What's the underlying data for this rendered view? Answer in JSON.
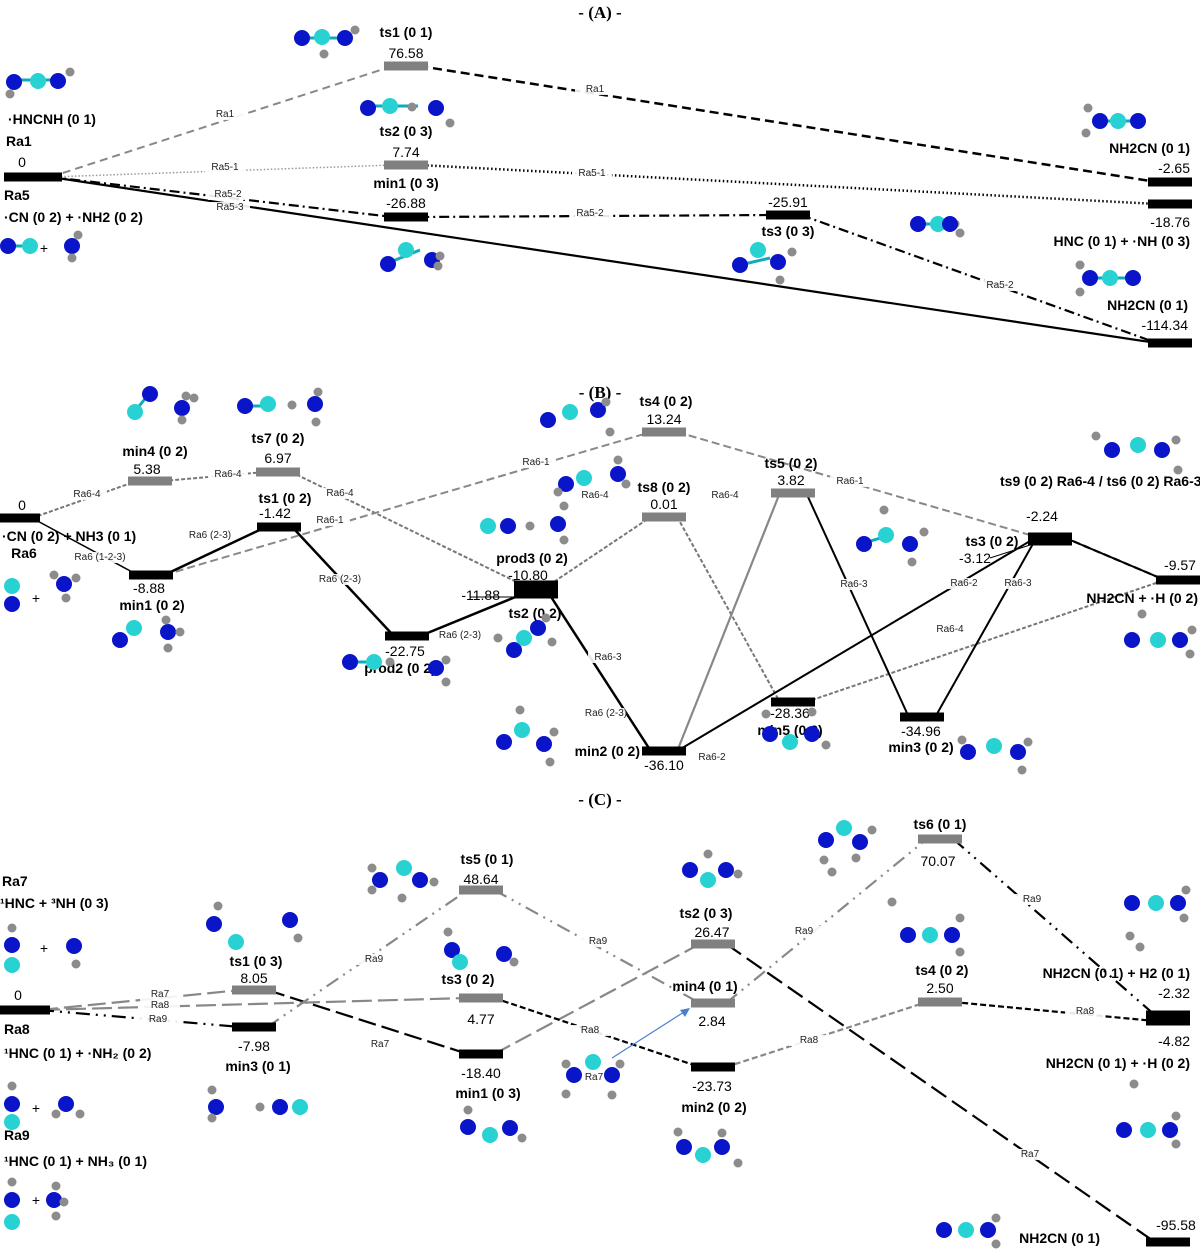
{
  "colors": {
    "level_min": "#000000",
    "level_ts": "#808080",
    "atom_N": "#0a14c8",
    "atom_C": "#28d2d2",
    "atom_H": "#8c8c8c",
    "arrow": "#4a7fd0"
  },
  "panels": [
    {
      "id": "A",
      "title": "- (A) -",
      "levels": [
        {
          "id": "A_r",
          "name": "Ra1",
          "value": "0",
          "kind": "min"
        },
        {
          "id": "A_ts1",
          "name": "ts1 (0 1)",
          "value": "76.58",
          "kind": "ts"
        },
        {
          "id": "A_ts2",
          "name": "ts2 (0 3)",
          "value": "7.74",
          "kind": "ts"
        },
        {
          "id": "A_min1",
          "name": "min1 (0 3)",
          "value": "-26.88",
          "kind": "min"
        },
        {
          "id": "A_ts3",
          "name": "ts3 (0 3)",
          "value": "-25.91",
          "kind": "min"
        },
        {
          "id": "A_p1",
          "name": "NH2CN (0 1)",
          "value": "-2.65",
          "kind": "min"
        },
        {
          "id": "A_p2",
          "name": "HNC (0 1) + ·NH (0 3)",
          "value": "-18.76",
          "kind": "min"
        },
        {
          "id": "A_p3",
          "name": "NH2CN (0 1)",
          "value": "-114.34",
          "kind": "min"
        }
      ],
      "reactant_labels": [
        {
          "text": "·HNCNH (0 1)"
        },
        {
          "text": "Ra1"
        },
        {
          "text": "Ra5"
        },
        {
          "text": "·CN (0 2) + ·NH2 (0 2)"
        }
      ],
      "paths": [
        {
          "label": "Ra1",
          "segments": [
            [
              "A_r",
              "A_ts1"
            ],
            [
              "A_ts1",
              "A_p1"
            ]
          ]
        },
        {
          "label": "Ra5-1",
          "segments": [
            [
              "A_r",
              "A_ts2"
            ],
            [
              "A_ts2",
              "A_p2"
            ]
          ]
        },
        {
          "label": "Ra5-2",
          "segments": [
            [
              "A_r",
              "A_min1"
            ],
            [
              "A_min1",
              "A_ts3"
            ],
            [
              "A_ts3",
              "A_p3"
            ]
          ]
        },
        {
          "label": "Ra5-3",
          "segments": [
            [
              "A_r",
              "A_p3"
            ]
          ]
        }
      ]
    },
    {
      "id": "B",
      "title": "- (B) -",
      "levels": [
        {
          "id": "B_r",
          "name": "·CN (0 2) + NH3 (0 1)",
          "value": "0",
          "kind": "min"
        },
        {
          "id": "B_min4",
          "name": "min4 (0 2)",
          "value": "5.38",
          "kind": "ts"
        },
        {
          "id": "B_ts7",
          "name": "ts7 (0 2)",
          "value": "6.97",
          "kind": "ts"
        },
        {
          "id": "B_ts1",
          "name": "ts1 (0 2)",
          "value": "-1.42",
          "kind": "min"
        },
        {
          "id": "B_min1",
          "name": "min1 (0 2)",
          "value": "-8.88",
          "kind": "min"
        },
        {
          "id": "B_prod2",
          "name": "prod2 (0 2)",
          "value": "-22.75",
          "kind": "min"
        },
        {
          "id": "B_prod3",
          "name": "prod3 (0 2)",
          "value": "-10.80",
          "kind": "min"
        },
        {
          "id": "B_ts2",
          "name": "ts2 (0 2)",
          "value": "-11.88",
          "kind": "min"
        },
        {
          "id": "B_ts4",
          "name": "ts4 (0 2)",
          "value": "13.24",
          "kind": "ts"
        },
        {
          "id": "B_ts8",
          "name": "ts8 (0 2)",
          "value": "0.01",
          "kind": "ts"
        },
        {
          "id": "B_ts5",
          "name": "ts5 (0 2)",
          "value": "3.82",
          "kind": "ts"
        },
        {
          "id": "B_min2",
          "name": "min2 (0 2)",
          "value": "-36.10",
          "kind": "min"
        },
        {
          "id": "B_min5",
          "name": "min5 (0 2)",
          "value": "-28.36",
          "kind": "min"
        },
        {
          "id": "B_min3",
          "name": "min3 (0 2)",
          "value": "-34.96",
          "kind": "min"
        },
        {
          "id": "B_ts9",
          "name": "ts9 (0 2) Ra6-4 / ts6 (0 2) Ra6-3",
          "value": "-2.24",
          "kind": "min"
        },
        {
          "id": "B_ts3",
          "name": "ts3 (0 2)",
          "value": "-3.12",
          "kind": "min"
        },
        {
          "id": "B_p",
          "name": "NH2CN + ·H (0 2)",
          "value": "-9.57",
          "kind": "min"
        }
      ],
      "reactant_labels": [
        {
          "text": "Ra6"
        }
      ],
      "paths": [
        {
          "label": "Ra6-4",
          "segments": [
            [
              "B_r",
              "B_min4"
            ],
            [
              "B_min4",
              "B_ts7"
            ],
            [
              "B_ts7",
              "B_prod3"
            ],
            [
              "B_prod3",
              "B_ts8"
            ],
            [
              "B_ts8",
              "B_min5"
            ],
            [
              "B_min5",
              "B_p"
            ]
          ]
        },
        {
          "label": "Ra6-1",
          "segments": [
            [
              "B_min1",
              "B_ts4"
            ],
            [
              "B_ts4",
              "B_ts9"
            ],
            [
              "B_ts9",
              "B_p"
            ]
          ]
        },
        {
          "label": "Ra6 (1-2-3)",
          "segments": [
            [
              "B_r",
              "B_min1"
            ]
          ]
        },
        {
          "label": "Ra6 (2-3)",
          "segments": [
            [
              "B_min1",
              "B_ts1"
            ],
            [
              "B_ts1",
              "B_prod2"
            ],
            [
              "B_prod2",
              "B_ts2"
            ],
            [
              "B_ts2",
              "B_min2"
            ]
          ]
        },
        {
          "label": "Ra6-2",
          "segments": [
            [
              "B_min2",
              "B_ts9"
            ],
            [
              "B_ts9",
              "B_p"
            ]
          ]
        },
        {
          "label": "Ra6-3",
          "segments": [
            [
              "B_min2",
              "B_ts5"
            ],
            [
              "B_ts5",
              "B_min3"
            ],
            [
              "B_min3",
              "B_ts9"
            ]
          ]
        }
      ]
    },
    {
      "id": "C",
      "title": "- (C) -",
      "levels": [
        {
          "id": "C_r",
          "name": "Ra8",
          "value": "0",
          "kind": "min"
        },
        {
          "id": "C_ts1",
          "name": "ts1 (0 3)",
          "value": "8.05",
          "kind": "ts"
        },
        {
          "id": "C_min3",
          "name": "min3 (0 1)",
          "value": "-7.98",
          "kind": "min"
        },
        {
          "id": "C_ts5",
          "name": "ts5 (0 1)",
          "value": "48.64",
          "kind": "ts"
        },
        {
          "id": "C_ts3",
          "name": "ts3 (0 2)",
          "value": "4.77",
          "kind": "ts"
        },
        {
          "id": "C_min1",
          "name": "min1 (0 3)",
          "value": "-18.40",
          "kind": "min"
        },
        {
          "id": "C_ts2",
          "name": "ts2 (0 3)",
          "value": "26.47",
          "kind": "ts"
        },
        {
          "id": "C_min4",
          "name": "min4 (0 1)",
          "value": "2.84",
          "kind": "ts"
        },
        {
          "id": "C_min2",
          "name": "min2 (0 2)",
          "value": "-23.73",
          "kind": "min"
        },
        {
          "id": "C_ts6",
          "name": "ts6 (0 1)",
          "value": "70.07",
          "kind": "ts"
        },
        {
          "id": "C_ts4",
          "name": "ts4 (0 2)",
          "value": "2.50",
          "kind": "ts"
        },
        {
          "id": "C_p1",
          "name": "NH2CN (0 1) + H2 (0 1)",
          "value": "-2.32",
          "kind": "min"
        },
        {
          "id": "C_p2",
          "name": "NH2CN (0 1) + ·H (0 2)",
          "value": "-4.82",
          "kind": "min"
        },
        {
          "id": "C_p3",
          "name": "NH2CN (0 1)",
          "value": "-95.58",
          "kind": "min"
        }
      ],
      "reactant_labels": [
        {
          "text": "Ra7"
        },
        {
          "text": "¹HNC +  ³NH (0 3)"
        },
        {
          "text": "¹HNC (0 1) + ·NH₂ (0 2)"
        },
        {
          "text": "Ra9"
        },
        {
          "text": "¹HNC (0 1) + NH₃ (0 1)"
        }
      ],
      "paths": [
        {
          "label": "Ra7",
          "segments": [
            [
              "C_r",
              "C_ts1"
            ],
            [
              "C_ts1",
              "C_min1"
            ],
            [
              "C_min1",
              "C_ts2"
            ],
            [
              "C_ts2",
              "C_p3"
            ]
          ]
        },
        {
          "label": "Ra8",
          "segments": [
            [
              "C_r",
              "C_ts3"
            ],
            [
              "C_ts3",
              "C_min2"
            ],
            [
              "C_min2",
              "C_ts4"
            ],
            [
              "C_ts4",
              "C_p2"
            ]
          ]
        },
        {
          "label": "Ra9",
          "segments": [
            [
              "C_r",
              "C_min3"
            ],
            [
              "C_min3",
              "C_ts5"
            ],
            [
              "C_ts5",
              "C_min4"
            ],
            [
              "C_min4",
              "C_ts6"
            ],
            [
              "C_ts6",
              "C_p1"
            ]
          ]
        }
      ]
    }
  ]
}
